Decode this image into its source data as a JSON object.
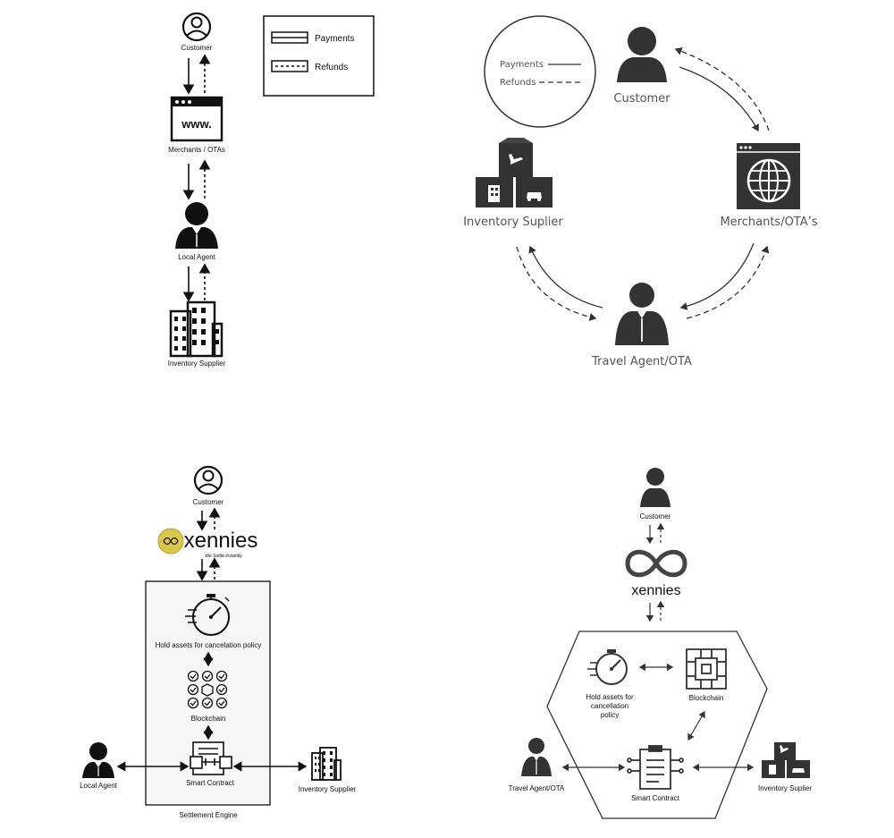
{
  "colors": {
    "ink": "#111111",
    "grey": "#333333",
    "soft_grey": "#555555",
    "panel": "#f7f7f7"
  },
  "diagram1": {
    "customer": "Customer",
    "merchants": "Merchants / OTAs",
    "local_agent": "Local Agent",
    "inventory": "Inventory Supplier",
    "www": "www.",
    "legend_payments": "Payments",
    "legend_refunds": "Refunds"
  },
  "diagram2": {
    "legend_payments": "Payments",
    "legend_refunds": "Refunds",
    "customer": "Customer",
    "merchants": "Merchants/OTA’s",
    "inventory": "Inventory Suplier",
    "agent": "Travel Agent/OTA"
  },
  "diagram3": {
    "customer": "Customer",
    "brand": "xennies",
    "tagline": "We Settle Instantly",
    "hold": "Hold assets for cancelation policy",
    "blockchain": "Blockchain",
    "smart_contract": "Smart Contract",
    "local_agent": "Local Agent",
    "inventory": "Inventory Supplier",
    "engine": "Settlement Engine"
  },
  "diagram4": {
    "customer": "Customer",
    "brand": "xennies",
    "hold_1": "Hold assets for",
    "hold_2": "cancellation",
    "hold_3": "policy",
    "blockchain": "Blockchain",
    "smart_contract": "Smart Contract",
    "agent": "Travel Agent/OTA",
    "inventory": "Inventory Suplier"
  }
}
